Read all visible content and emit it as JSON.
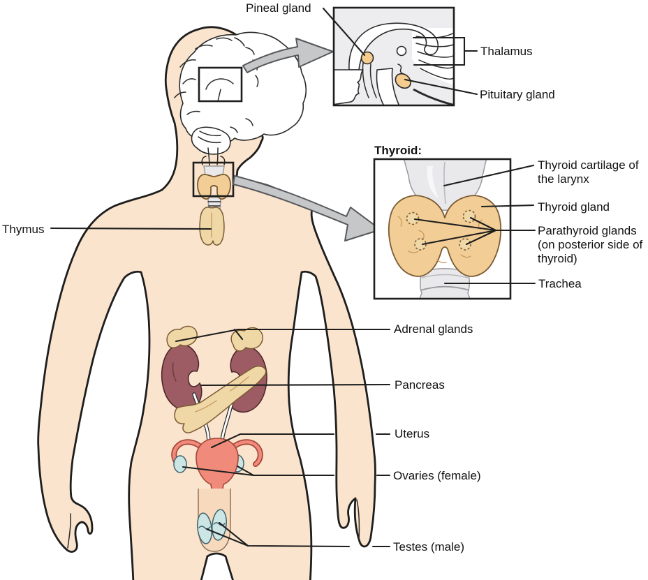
{
  "figure": {
    "kind": "anatomical-diagram",
    "subject": "Endocrine system glands in the human body with brain and thyroid insets"
  },
  "labels": {
    "pineal_gland": "Pineal gland",
    "thalamus": "Thalamus",
    "pituitary_gland": "Pituitary gland",
    "thyroid_heading": "Thyroid:",
    "thyroid_cartilage": "Thyroid cartilage of the larynx",
    "thyroid_gland": "Thyroid gland",
    "parathyroid_glands": "Parathyroid glands (on posterior side of thyroid)",
    "trachea": "Trachea",
    "thymus": "Thymus",
    "adrenal_glands": "Adrenal glands",
    "pancreas": "Pancreas",
    "uterus": "Uterus",
    "ovaries": "Ovaries (female)",
    "testes": "Testes (male)"
  },
  "colors": {
    "skin": "#FAE4CD",
    "outline_ink": "#1E1E1E",
    "organ_tan": "#F2CE96",
    "organ_tan_outline": "#7A5A33",
    "gland_tan": "#EFD7A6",
    "kidney_maroon": "#9D5C63",
    "uterus_coral": "#F08B7B",
    "gonad_blue": "#CCE6E5",
    "cartilage_gray": "#E9E9EB",
    "inset_gray": "#EDEDF0",
    "gland_orange": "#F6CB8E",
    "arrow_gray": "#C6C7C9",
    "label_ink": "#121212"
  }
}
